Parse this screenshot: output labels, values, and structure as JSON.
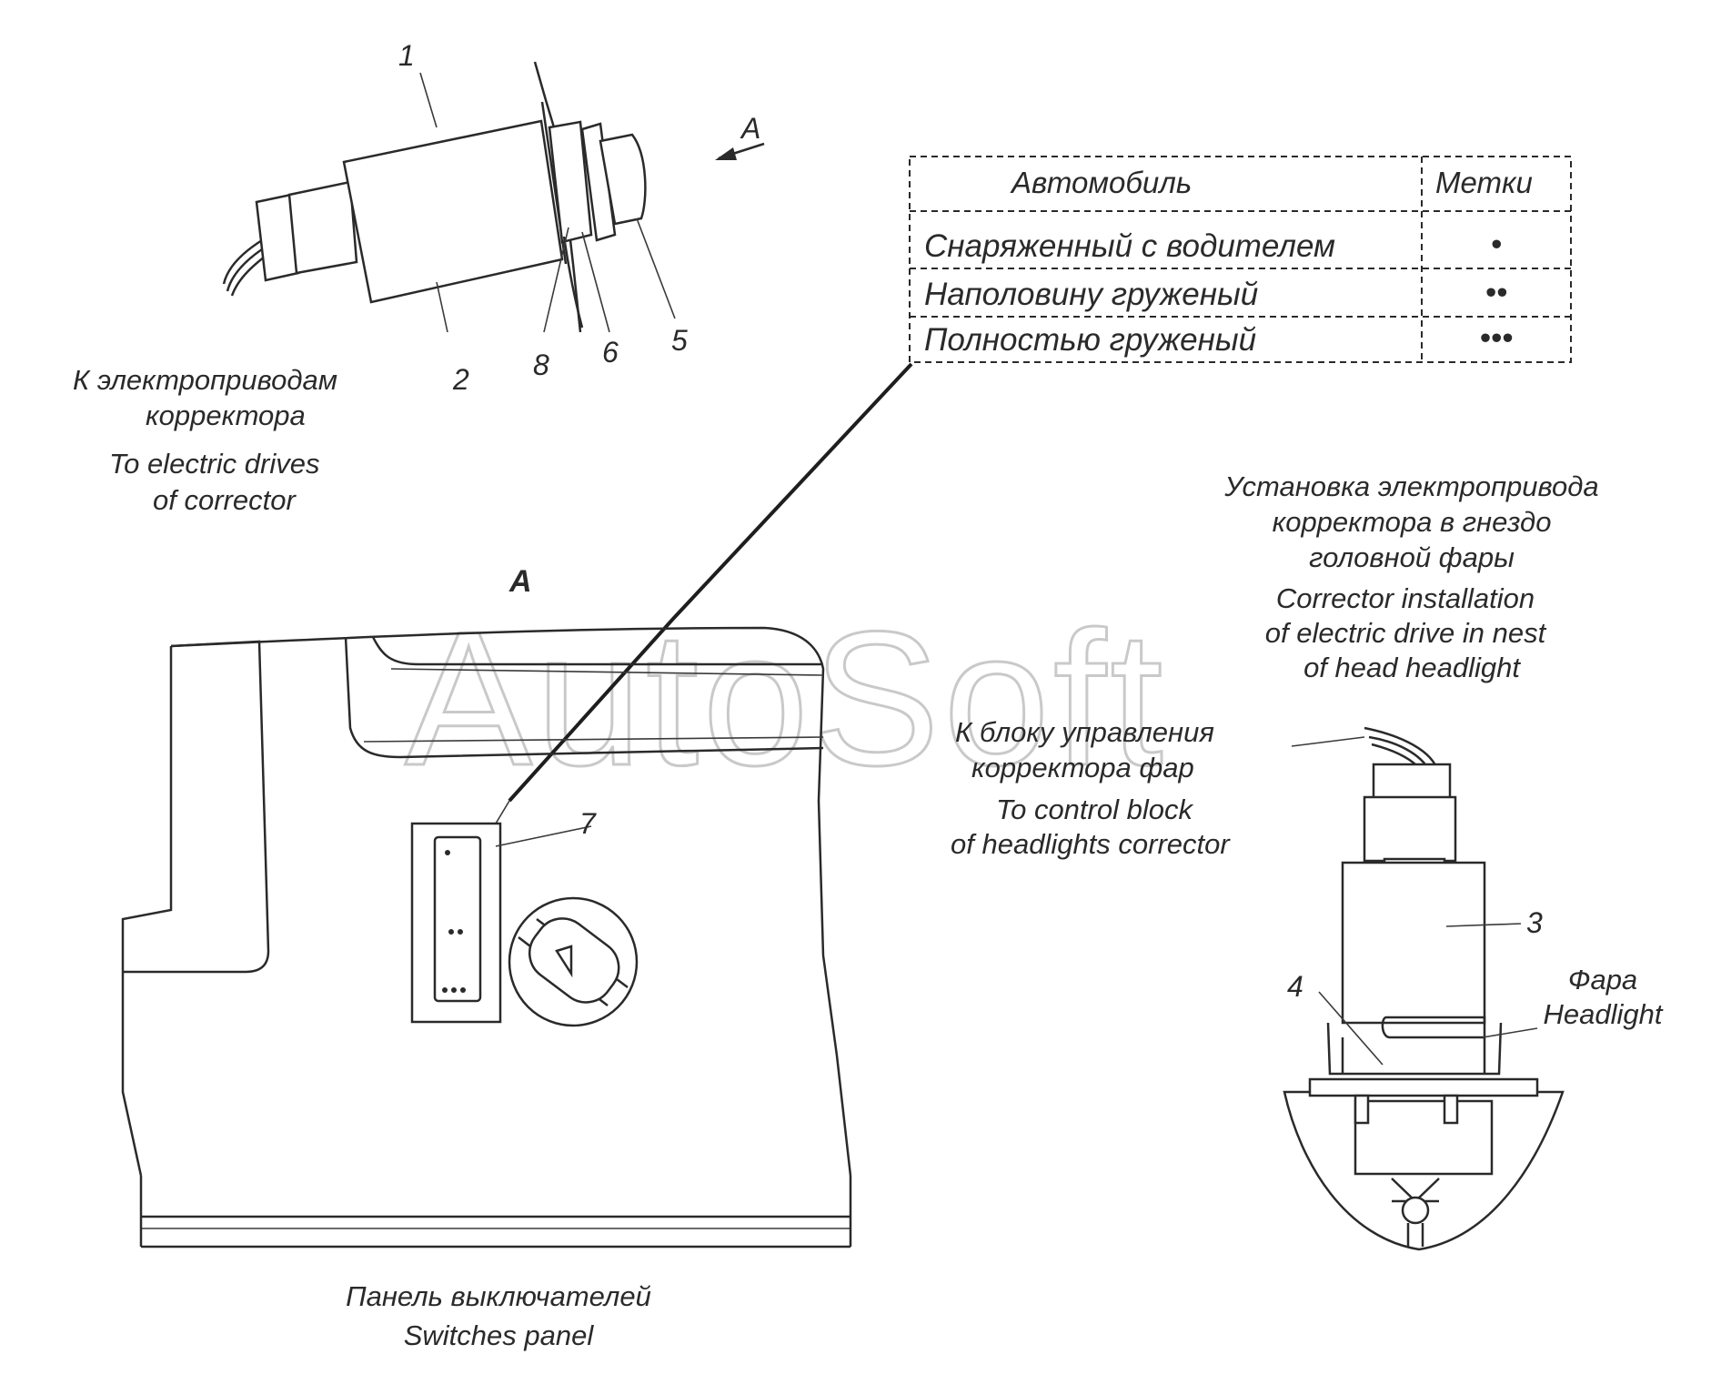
{
  "watermark": "AutoSoft",
  "top_view": {
    "callouts": [
      "1",
      "2",
      "8",
      "6",
      "5"
    ],
    "view_arrow_label": "A",
    "caption_ru": [
      "К электроприводам",
      "корректора"
    ],
    "caption_en": [
      "To electric drives",
      "of corrector"
    ]
  },
  "marks_table": {
    "headers": [
      "Автомобиль",
      "Метки"
    ],
    "rows": [
      {
        "vehicle": "Снаряженный с водителем",
        "marks": "•"
      },
      {
        "vehicle": "Наполовину груженый",
        "marks": "••"
      },
      {
        "vehicle": "Полностью груженый",
        "marks": "•••"
      }
    ]
  },
  "panel_view": {
    "view_label": "A",
    "callout": "7",
    "caption_ru": "Панель выключателей",
    "caption_en": "Switches panel"
  },
  "install_view": {
    "title_ru": [
      "Установка электропривода",
      "корректора в гнездо",
      "головной фары"
    ],
    "title_en": [
      "Corrector installation",
      "of electric drive in nest",
      "of head headlight"
    ],
    "control_block_ru": [
      "К блоку управления",
      "корректора фар"
    ],
    "control_block_en": [
      "To control block",
      "of headlights corrector"
    ],
    "callouts": [
      "3",
      "4"
    ],
    "headlight_ru": "Фара",
    "headlight_en": "Headlight"
  }
}
